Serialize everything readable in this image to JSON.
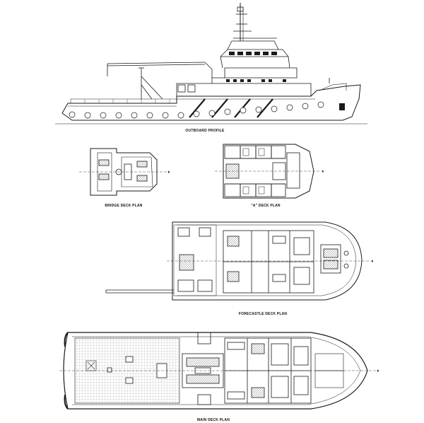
{
  "drawing": {
    "views": {
      "outboard_profile": {
        "label": "OUTBOARD PROFILE"
      },
      "bridge_deck": {
        "label": "BRIDGE DECK PLAN"
      },
      "a_deck": {
        "label": "\"A\" DECK PLAN"
      },
      "forecastle_deck": {
        "label": "FORECASTLE DECK PLAN"
      },
      "main_deck": {
        "label": "MAIN DECK PLAN"
      }
    },
    "line_color": "#1a1a1a"
  }
}
